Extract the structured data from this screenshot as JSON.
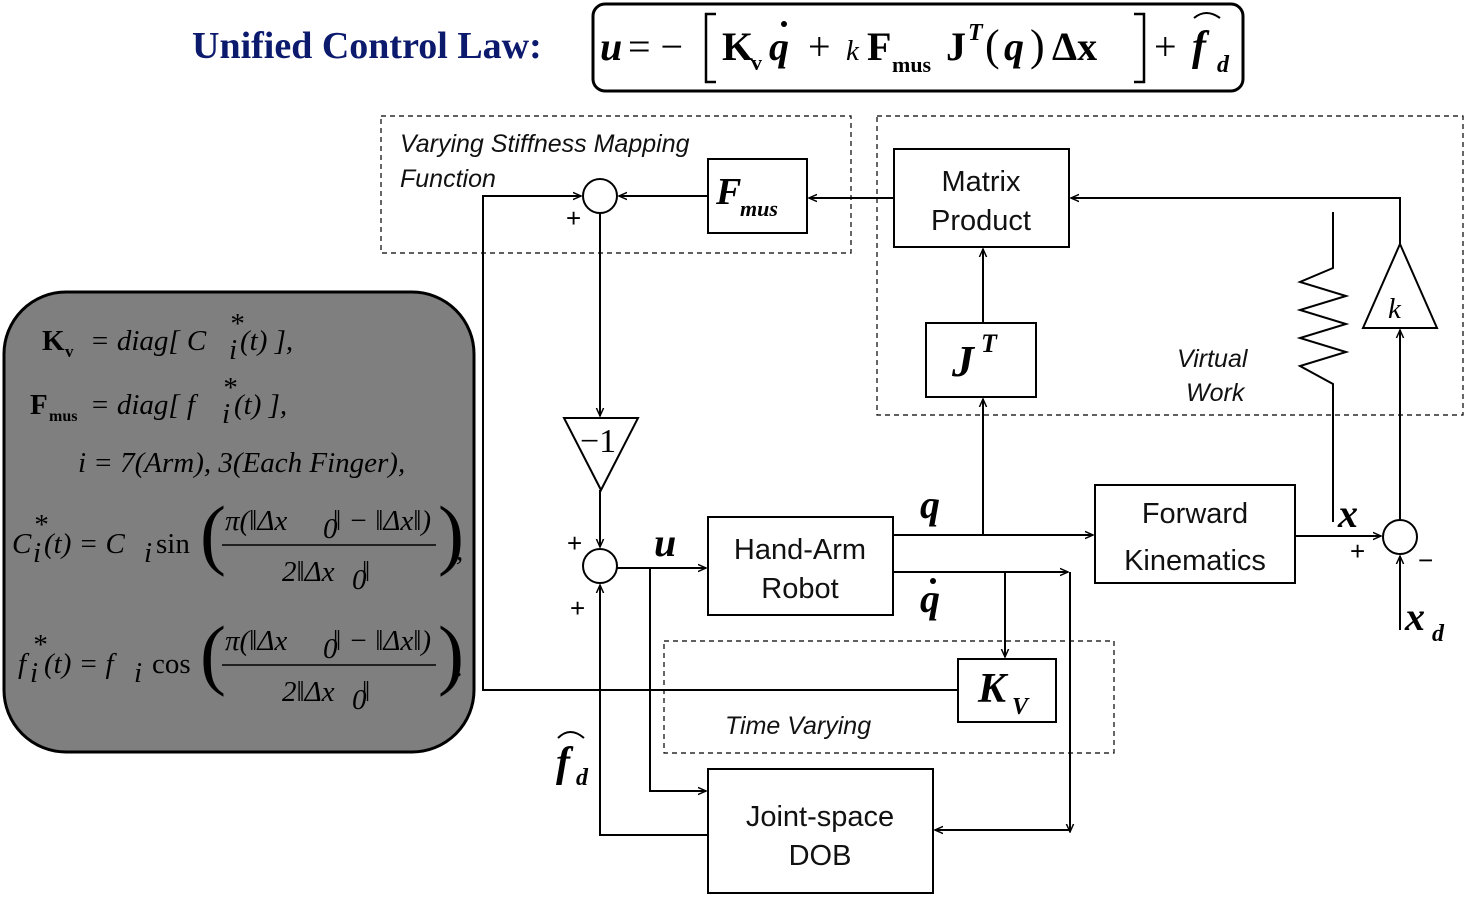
{
  "title": {
    "label": "Unified Control Law:",
    "color": "#0c1a6e"
  },
  "law": {
    "u": "u",
    "eq": "= −",
    "kv": "K",
    "kv_sub": "v",
    "qdot": "q",
    "plus1": "+",
    "k": "k",
    "fmus": "F",
    "fmus_sub": "mus",
    "J": "J",
    "J_sup": "T",
    "q_arg": "q",
    "dx": "Δx",
    "plus2": "+",
    "fd": "f",
    "fd_sub": "d"
  },
  "regions": {
    "stiffness": {
      "line1": "Varying Stiffness Mapping",
      "line2": "Function"
    },
    "virtual_work": {
      "line1": "Virtual",
      "line2": "Work"
    },
    "time_varying": "Time Varying"
  },
  "blocks": {
    "matrix_product": {
      "line1": "Matrix",
      "line2": "Product"
    },
    "fmus": {
      "main": "F",
      "sub": "mus"
    },
    "jt": {
      "main": "J",
      "sup": "T"
    },
    "gain_neg": "−1",
    "gain_k": "k",
    "hand_arm": {
      "line1": "Hand-Arm",
      "line2": "Robot"
    },
    "forward_kin": {
      "line1": "Forward",
      "line2": "Kinematics"
    },
    "kv": {
      "main": "K",
      "sub": "V"
    },
    "dob": {
      "line1": "Joint-space",
      "line2": "DOB"
    }
  },
  "signals": {
    "u": "u",
    "q": "q",
    "qdot": "q",
    "x": "x",
    "xd": "x",
    "xd_sub": "d",
    "fd": "f",
    "fd_sub": "d"
  },
  "signs": {
    "sum1_plus": "+",
    "sum2_plus_top": "+",
    "sum2_plus_bottom": "+",
    "sum3_plus": "+",
    "sum3_minus": "−"
  },
  "equations": {
    "line1": {
      "lhs": "K",
      "lhs_sub": "v",
      "rhs": "= diag[ C",
      "rhs_sub": "i",
      "rhs_sup": "*",
      "rhs_tail": "(t) ],"
    },
    "line2": {
      "lhs": "F",
      "lhs_sub": "mus",
      "rhs": "= diag[ f",
      "rhs_sub": "i",
      "rhs_sup": "*",
      "rhs_tail": "(t) ],"
    },
    "line3": "i = 7(Arm), 3(Each Finger),",
    "line4": {
      "lhs": "C",
      "lhs_sub": "i",
      "lhs_sup": "*",
      "lhs_tail": "(t) = C",
      "coef_sub": "i",
      "fn": "sin",
      "num": "π(‖Δx",
      "num_sub": "0",
      "num_tail": "‖ − ‖Δx‖)",
      "den": "2‖Δx",
      "den_sub": "0",
      "den_tail": "‖",
      "end": ","
    },
    "line5": {
      "lhs": "f",
      "lhs_sub": "i",
      "lhs_sup": "*",
      "lhs_tail": "(t) = f",
      "coef_sub": "i",
      "fn": "cos",
      "num": "π(‖Δx",
      "num_sub": "0",
      "num_tail": "‖ − ‖Δx‖)",
      "den": "2‖Δx",
      "den_sub": "0",
      "den_tail": "‖",
      "end": "."
    },
    "panel_color": "#7f7f7f"
  }
}
